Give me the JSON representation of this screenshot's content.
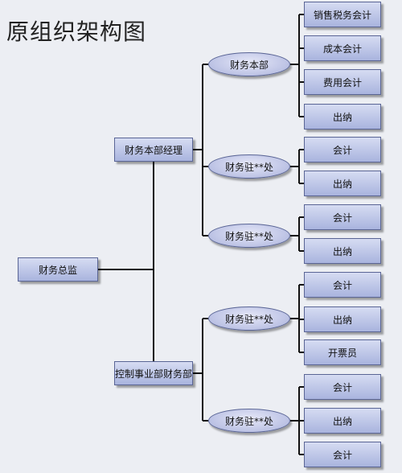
{
  "title": "原组织架构图",
  "root": "财务总监",
  "branches": [
    {
      "label": "财务本部经理",
      "units": [
        {
          "label": "财务本部",
          "roles": [
            "销售税务会计",
            "成本会计",
            "费用会计",
            "出纳"
          ]
        },
        {
          "label": "财务驻**处",
          "roles": [
            "会计",
            "出纳"
          ]
        },
        {
          "label": "财务驻**处",
          "roles": [
            "会计",
            "出纳"
          ]
        }
      ]
    },
    {
      "label": "控制事业部财务部",
      "units": [
        {
          "label": "财务驻**处",
          "roles": [
            "会计",
            "出纳",
            "开票员"
          ]
        },
        {
          "label": "财务驻**处",
          "roles": [
            "会计",
            "出纳",
            "会计"
          ]
        }
      ]
    }
  ]
}
